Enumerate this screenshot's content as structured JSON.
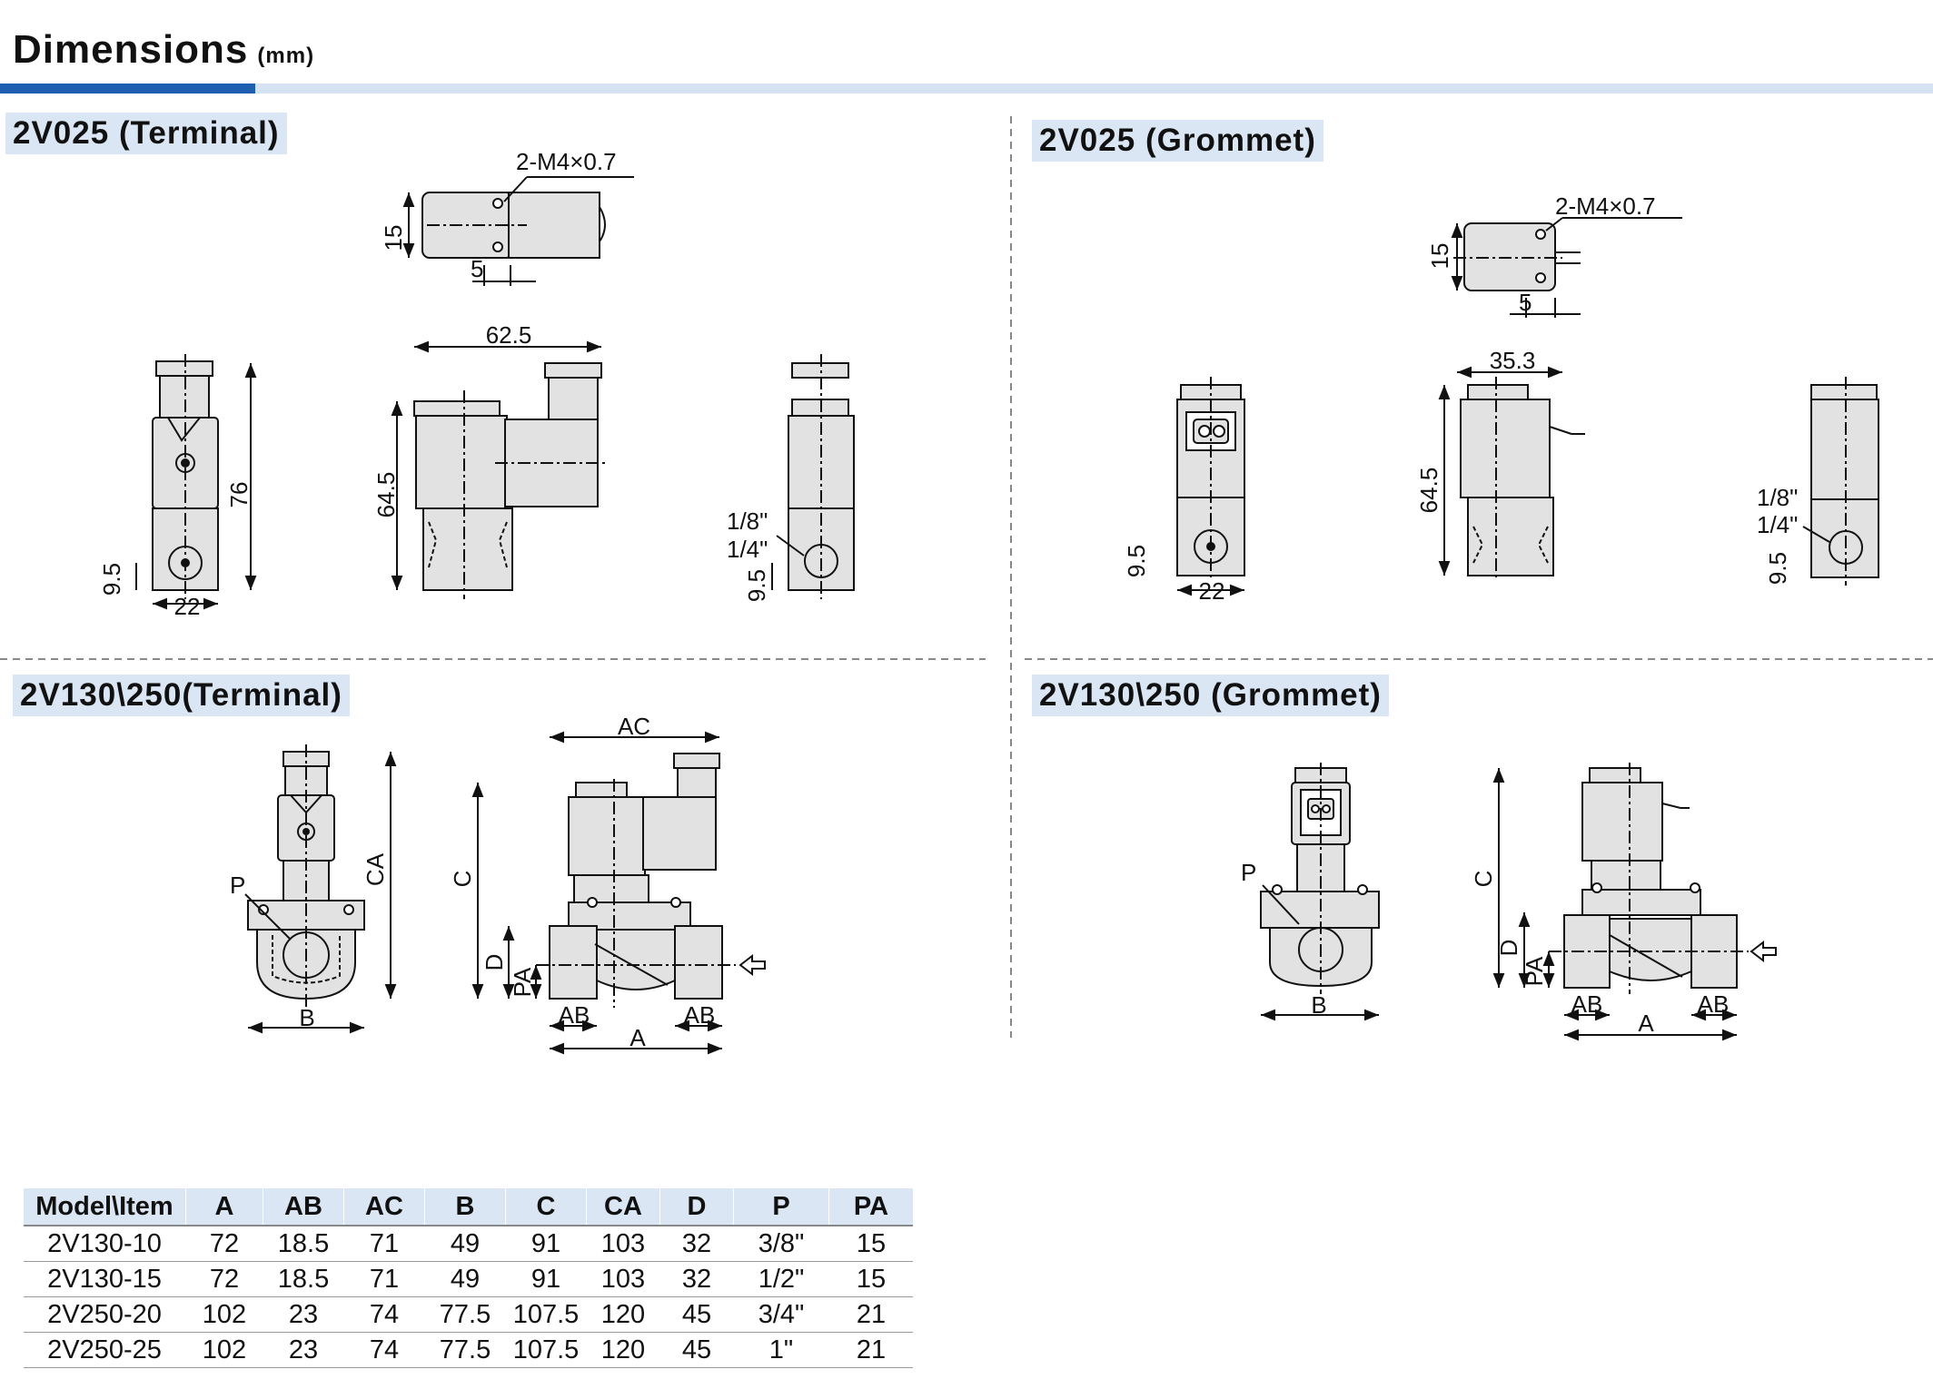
{
  "header": {
    "title": "Dimensions",
    "unit": "(mm)"
  },
  "sections": {
    "tl": {
      "title": "2V025",
      "sub": "(Terminal)"
    },
    "tr": {
      "title": "2V025",
      "sub": "(Grommet)"
    },
    "bl": {
      "title": "2V130\\250(Terminal)"
    },
    "br": {
      "title": "2V130\\250",
      "sub": "(Grommet)"
    }
  },
  "dims": {
    "tl": {
      "thread": "2-M4×0.7",
      "d15": "15",
      "d5": "5",
      "d62_5": "62.5",
      "d64_5": "64.5",
      "d76": "76",
      "d9_5a": "9.5",
      "d22": "22",
      "p18": "1/8\"",
      "p14": "1/4\"",
      "d9_5b": "9.5"
    },
    "tr": {
      "thread": "2-M4×0.7",
      "d15": "15",
      "d5": "5",
      "d35_3": "35.3",
      "d64_5": "64.5",
      "d9_5a": "9.5",
      "d22": "22",
      "p18": "1/8\"",
      "p14": "1/4\"",
      "d9_5b": "9.5"
    },
    "bl": {
      "P": "P",
      "CA": "CA",
      "B": "B",
      "AC": "AC",
      "C": "C",
      "D": "D",
      "PA": "PA",
      "AB1": "AB",
      "AB2": "AB",
      "A": "A"
    },
    "br": {
      "P": "P",
      "B": "B",
      "C": "C",
      "D": "D",
      "PA": "PA",
      "AB1": "AB",
      "AB2": "AB",
      "A": "A"
    }
  },
  "table": {
    "headers": [
      "Model\\Item",
      "A",
      "AB",
      "AC",
      "B",
      "C",
      "CA",
      "D",
      "P",
      "PA"
    ],
    "rows": [
      [
        "2V130-10",
        "72",
        "18.5",
        "71",
        "49",
        "91",
        "103",
        "32",
        "3/8\"",
        "15"
      ],
      [
        "2V130-15",
        "72",
        "18.5",
        "71",
        "49",
        "91",
        "103",
        "32",
        "1/2\"",
        "15"
      ],
      [
        "2V250-20",
        "102",
        "23",
        "74",
        "77.5",
        "107.5",
        "120",
        "45",
        "3/4\"",
        "21"
      ],
      [
        "2V250-25",
        "102",
        "23",
        "74",
        "77.5",
        "107.5",
        "120",
        "45",
        "1\"",
        "21"
      ]
    ]
  },
  "colors": {
    "accent": "#1f5fb0",
    "accent_light": "#d5e2f2",
    "label_bg": "#dbe6f4",
    "part_fill": "#e2e2e2"
  }
}
